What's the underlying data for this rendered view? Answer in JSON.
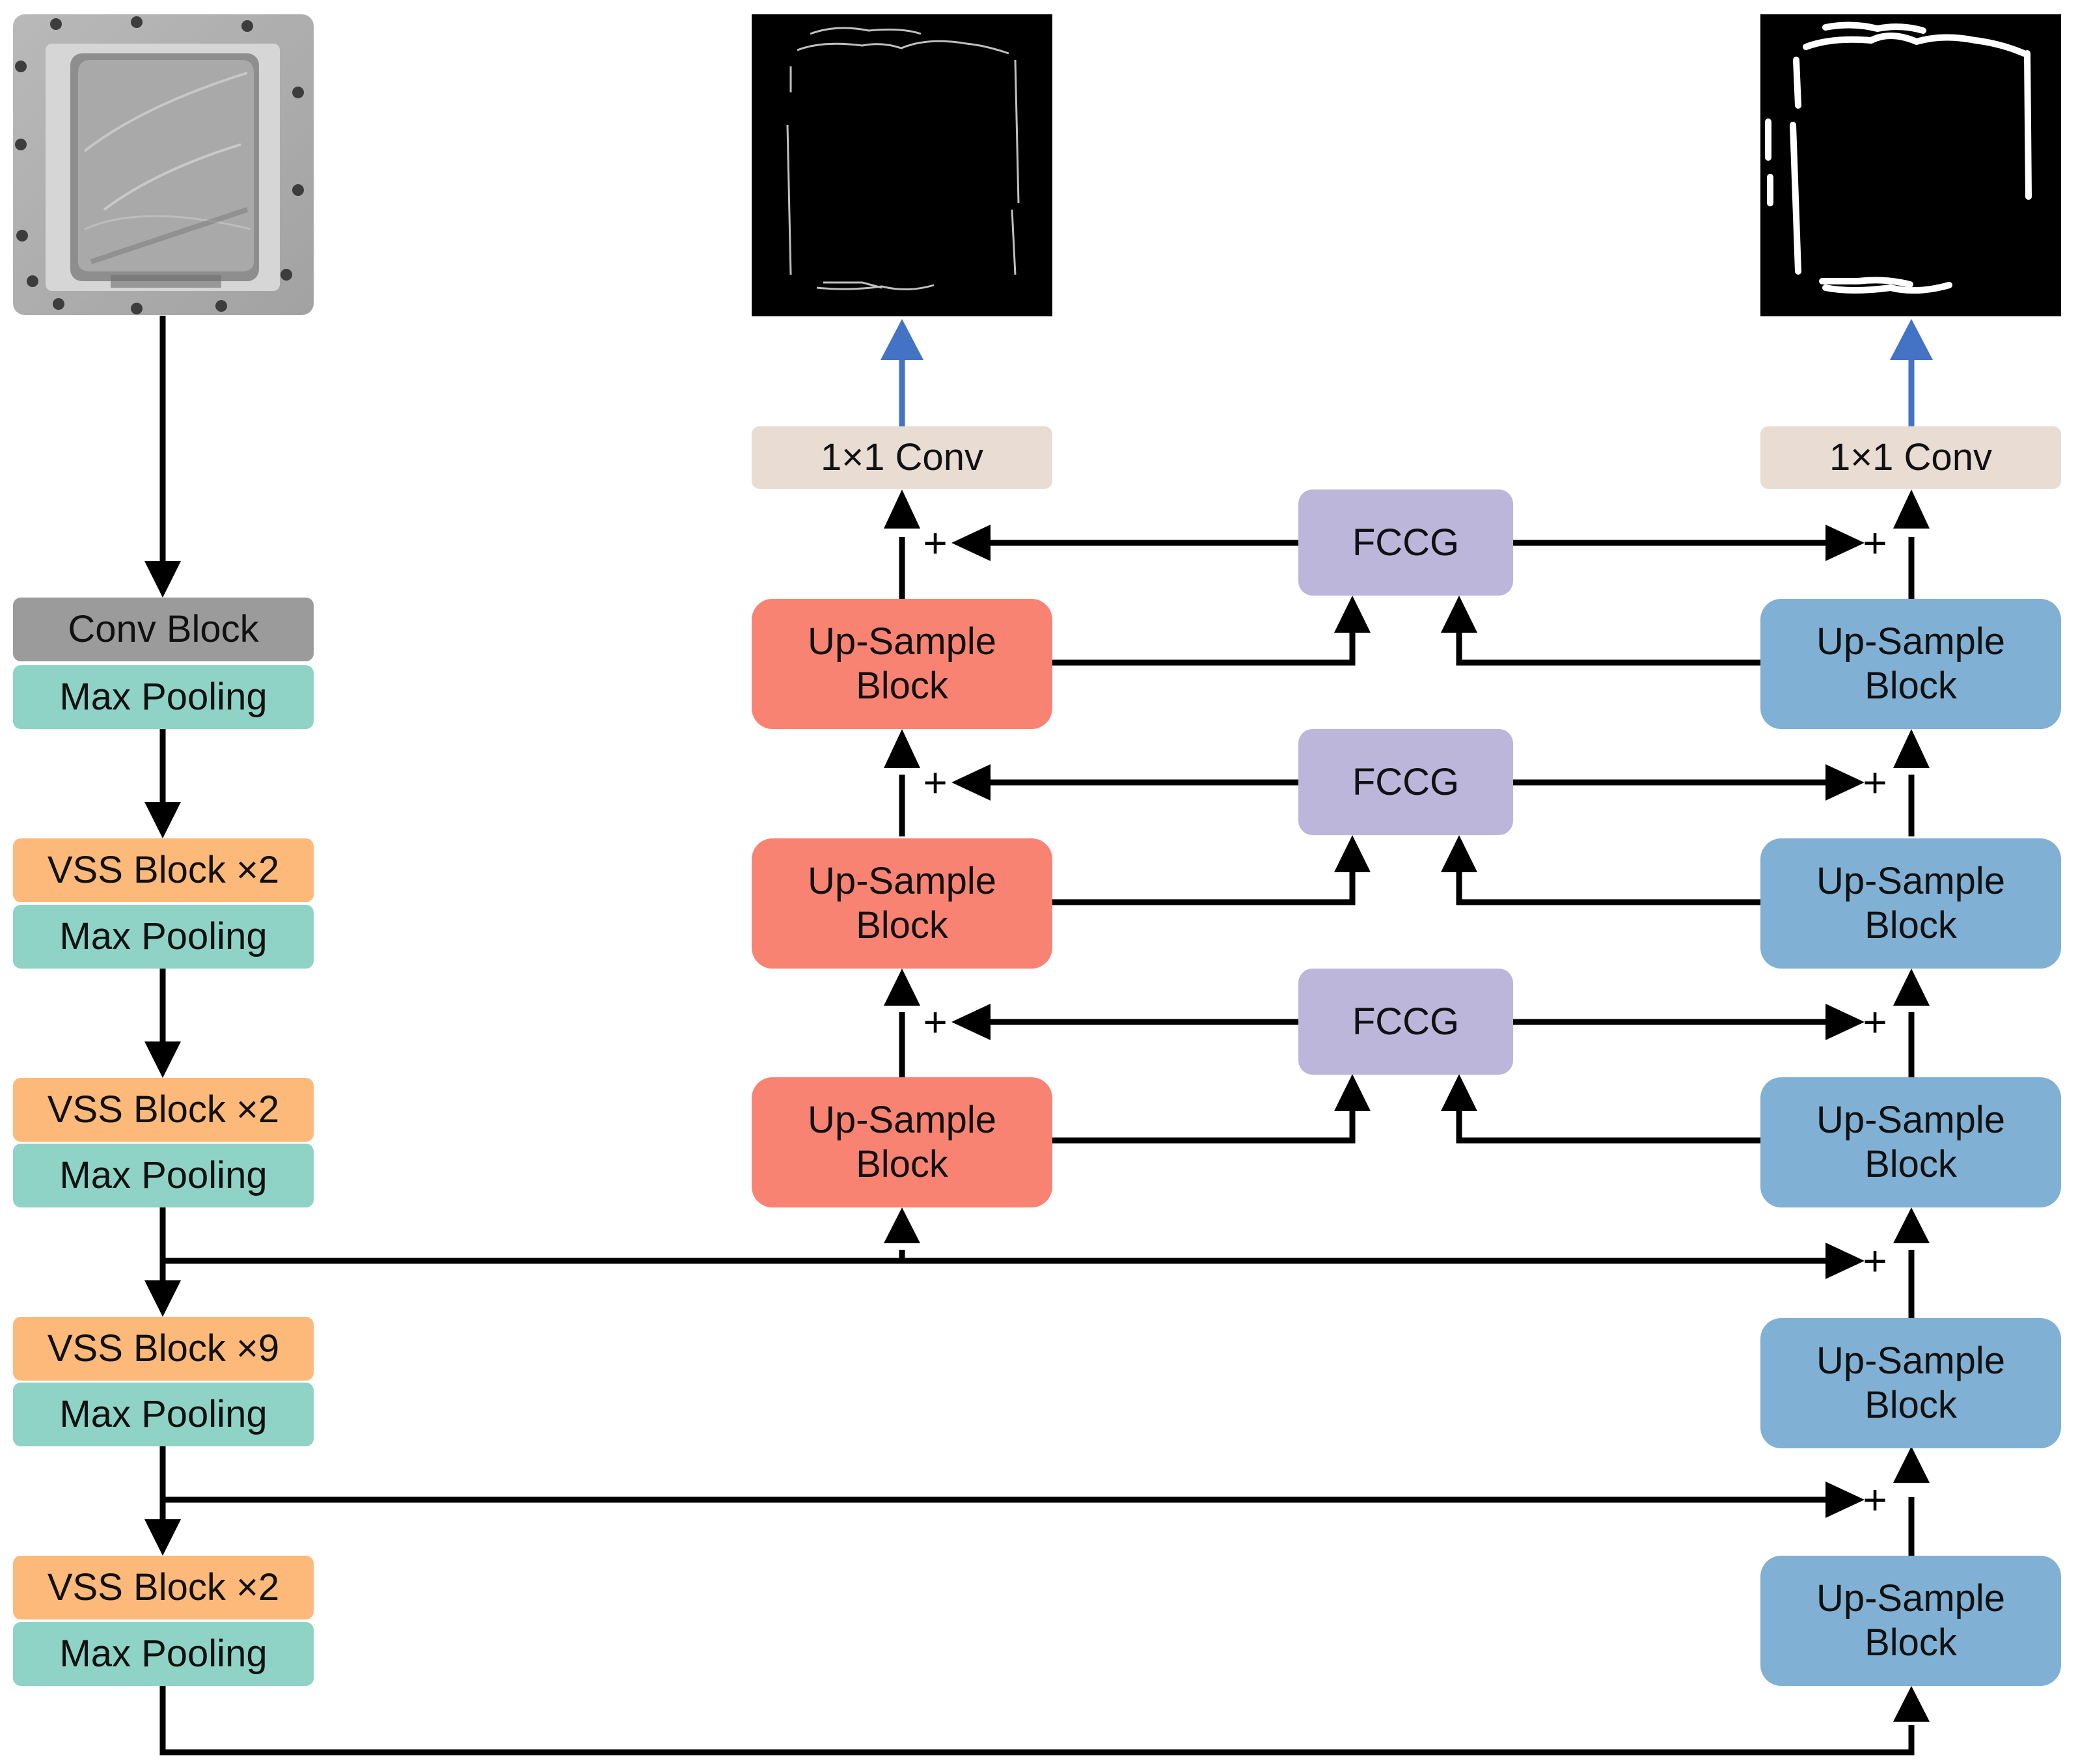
{
  "encoder": {
    "conv_block": "Conv Block",
    "stages": [
      {
        "vss": "",
        "pool": "Max Pooling"
      },
      {
        "vss": "VSS Block ×2",
        "pool": "Max Pooling"
      },
      {
        "vss": "VSS Block ×2",
        "pool": "Max Pooling"
      },
      {
        "vss": "VSS Block ×9",
        "pool": "Max Pooling"
      },
      {
        "vss": "VSS Block ×2",
        "pool": "Max Pooling"
      }
    ]
  },
  "decoder_left": {
    "conv": "1×1 Conv",
    "blocks": [
      "Up-Sample\nBlock",
      "Up-Sample\nBlock",
      "Up-Sample\nBlock"
    ]
  },
  "decoder_right": {
    "conv": "1×1 Conv",
    "blocks": [
      "Up-Sample\nBlock",
      "Up-Sample\nBlock",
      "Up-Sample\nBlock",
      "Up-Sample\nBlock",
      "Up-Sample\nBlock"
    ]
  },
  "fccg": [
    "FCCG",
    "FCCG",
    "FCCG"
  ],
  "plus_symbol": "+",
  "colors": {
    "conv_block": "#9b9b9b",
    "max_pooling": "#8fd2c6",
    "vss_block": "#fdb97a",
    "conv_1x1": "#e8dcd3",
    "upsample_left": "#f98373",
    "upsample_right": "#80b0d4",
    "fccg": "#bcb6db",
    "output_arrow": "#4472c4"
  }
}
